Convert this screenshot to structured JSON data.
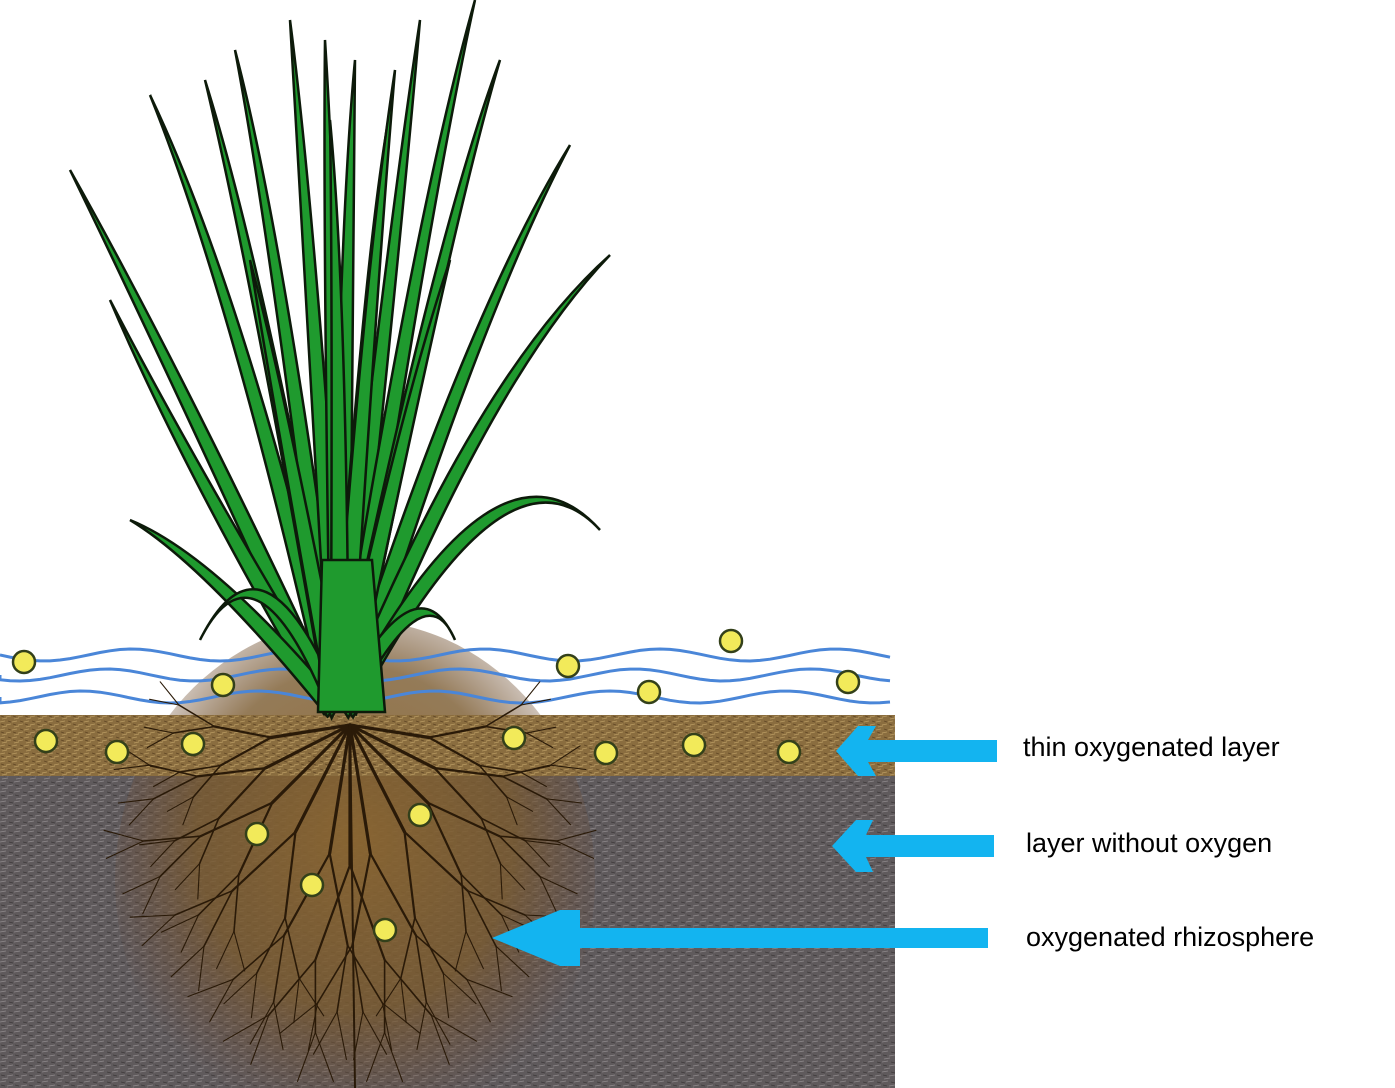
{
  "labels": {
    "thin_layer": "thin oxygenated layer",
    "no_oxygen_layer": "layer without oxygen",
    "rhizosphere": "oxygenated rhizosphere"
  },
  "colors": {
    "background": "#ffffff",
    "arrow": "#13b4f0",
    "water_line": "#4a86d8",
    "oxygen_bubble": "#f2ea5a",
    "bubble_outline": "#33401a",
    "topsoil": "#8a6d3f",
    "anoxic_soil": "#5f5a5c",
    "rhizosphere": "#7a5a2e",
    "leaf": "#1f9a2e",
    "leaf_outline": "#0d1a0a",
    "root": "#2a1a08"
  },
  "icons": {
    "plant": "rice-plant-icon",
    "bubble": "oxygen-bubble-icon",
    "arrow": "arrow-left-icon"
  }
}
